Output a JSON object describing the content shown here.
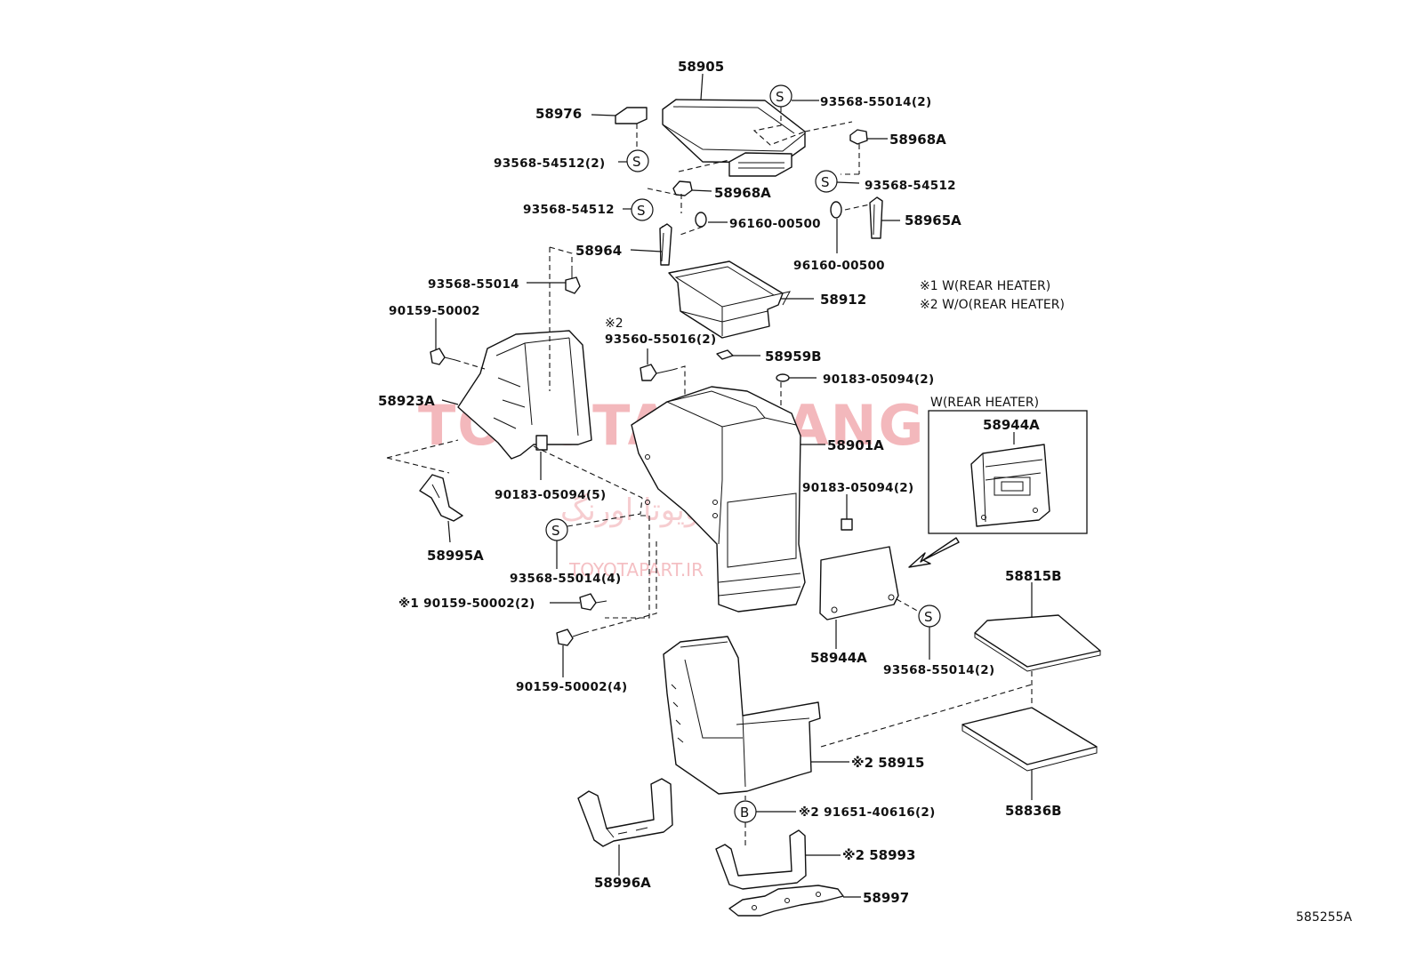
{
  "diagram_id": "585255A",
  "watermark": {
    "main": "TOYOTA ORANG",
    "persian": "تویوتا اورنگ",
    "site": "TOYOTAPART.IR"
  },
  "notes": {
    "note1": "※1 W(REAR HEATER)",
    "note2": "※2 W/O(REAR HEATER)"
  },
  "inset_title": "W(REAR HEATER)",
  "symbols": {
    "s": "S",
    "b": "B"
  },
  "labels": {
    "p58905": "58905",
    "p58976": "58976",
    "p93568_55014_2_top": "93568-55014(2)",
    "p58968A_right": "58968A",
    "p93568_54512_2": "93568-54512(2)",
    "p58968A_mid": "58968A",
    "p93568_54512_right": "93568-54512",
    "p93568_54512_left": "93568-54512",
    "p96160_00500_left": "96160-00500",
    "p58965A": "58965A",
    "p58964": "58964",
    "p96160_00500_right": "96160-00500",
    "p93568_55014_single": "93568-55014",
    "p58912": "58912",
    "p90159_50002": "90159-50002",
    "p2_mark": "※2",
    "p93560_55016_2": "93560-55016(2)",
    "p58959B": "58959B",
    "p90183_05094_2_top": "90183-05094(2)",
    "p58923A": "58923A",
    "p58901A": "58901A",
    "p58944A_inset": "58944A",
    "p90183_05094_5": "90183-05094(5)",
    "p90183_05094_2_mid": "90183-05094(2)",
    "p58995A": "58995A",
    "p93568_55014_4": "93568-55014(4)",
    "p1_90159_50002_2": "※1 90159-50002(2)",
    "p58815B": "58815B",
    "p58944A": "58944A",
    "p93568_55014_2_bot": "93568-55014(2)",
    "p90159_50002_4": "90159-50002(4)",
    "p2_58915": "※2 58915",
    "p58836B": "58836B",
    "p2_91651_40616_2": "※2 91651-40616(2)",
    "p58996A": "58996A",
    "p2_58993": "※2 58993",
    "p58997": "58997"
  }
}
